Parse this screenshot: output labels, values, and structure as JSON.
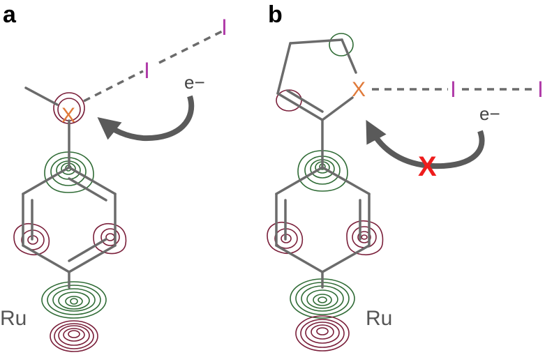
{
  "panel_a": {
    "label": "a",
    "substituent_atom": "X",
    "halogen_near": "I",
    "halogen_far": "I",
    "electron": "e−",
    "metal": "Ru"
  },
  "panel_b": {
    "label": "b",
    "substituent_atom": "X",
    "halogen_near": "I",
    "halogen_far": "I",
    "electron": "e−",
    "blocked_mark": "X",
    "metal": "Ru"
  },
  "colors": {
    "bond": "#6b6b6b",
    "arrow": "#5a5a5a",
    "heteroatom": "#e07a3a",
    "iodine": "#b03aa8",
    "positive_orbital": "#2f6b35",
    "negative_orbital": "#7a1f3a",
    "blocked": "#ee1c1c"
  }
}
